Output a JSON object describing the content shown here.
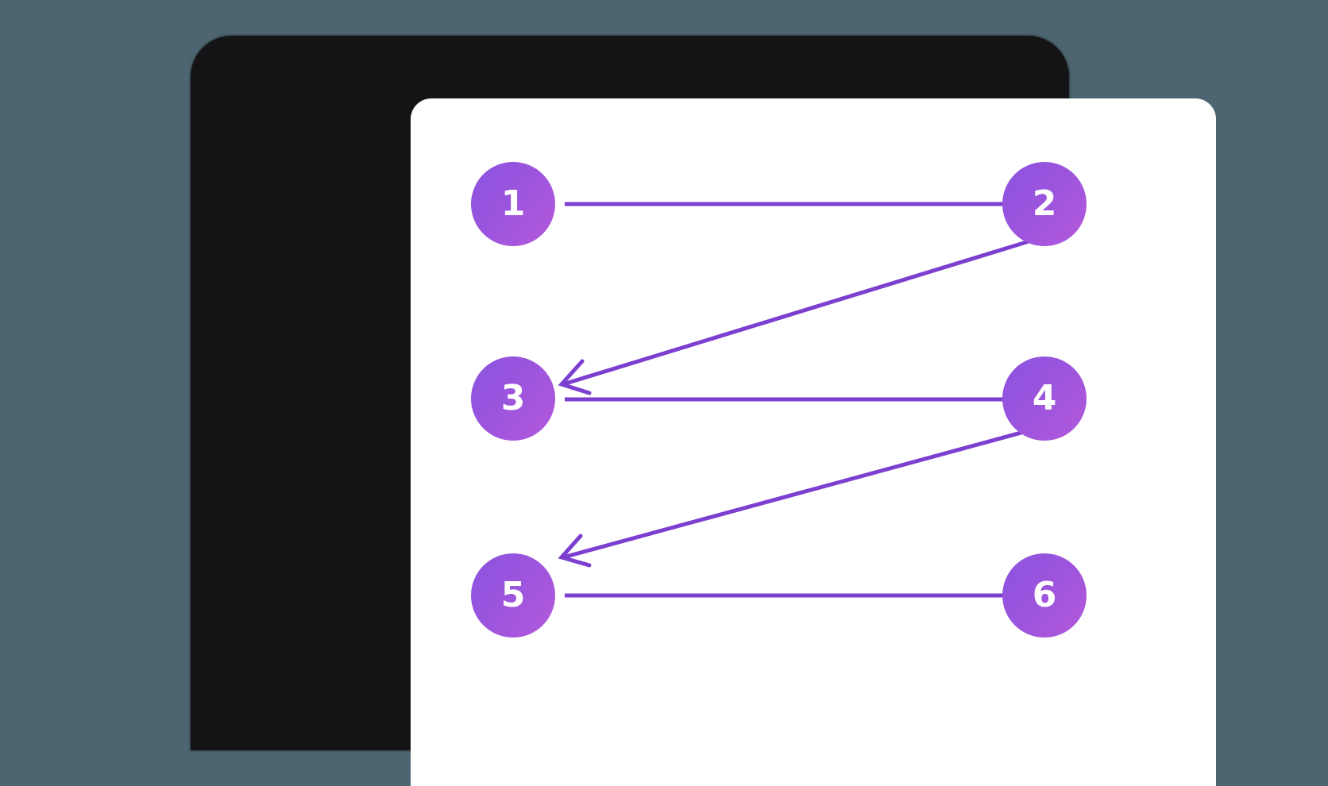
{
  "page": {
    "background_color": "#4d6570",
    "bezel_color": "#141416",
    "screen_color": "#ffffff"
  },
  "diagram": {
    "type": "flow-diagram",
    "edge_color": "#7c3fd0",
    "node_gradient_from": "#8b54df",
    "node_gradient_to": "#b359dc",
    "node_text_color": "#ffffff",
    "nodes": [
      {
        "id": "node-1",
        "label": "1",
        "column": "left",
        "row": 1
      },
      {
        "id": "node-2",
        "label": "2",
        "column": "right",
        "row": 1
      },
      {
        "id": "node-3",
        "label": "3",
        "column": "left",
        "row": 2
      },
      {
        "id": "node-4",
        "label": "4",
        "column": "right",
        "row": 2
      },
      {
        "id": "node-5",
        "label": "5",
        "column": "left",
        "row": 3
      },
      {
        "id": "node-6",
        "label": "6",
        "column": "right",
        "row": 3
      }
    ],
    "edges": [
      {
        "id": "edge-1-2",
        "from": "1",
        "to": "2",
        "direction": "right",
        "style": "straight"
      },
      {
        "id": "edge-2-3",
        "from": "2",
        "to": "3",
        "direction": "down-left",
        "style": "diagonal"
      },
      {
        "id": "edge-3-4",
        "from": "3",
        "to": "4",
        "direction": "right",
        "style": "straight"
      },
      {
        "id": "edge-4-5",
        "from": "4",
        "to": "5",
        "direction": "down-left",
        "style": "diagonal"
      },
      {
        "id": "edge-5-6",
        "from": "5",
        "to": "6",
        "direction": "right",
        "style": "straight"
      }
    ]
  }
}
